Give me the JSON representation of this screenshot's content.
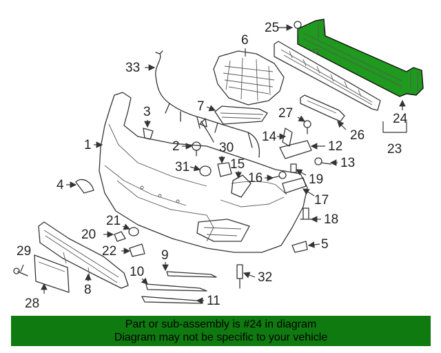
{
  "highlight_color": "#1f9a1f",
  "banner": {
    "background": "#0f7a0f",
    "line1": "Part or sub-assembly is #24 in diagram",
    "line2": "Diagram may not be specific to your vehicle"
  },
  "callouts": [
    "1",
    "2",
    "3",
    "4",
    "5",
    "6",
    "7",
    "8",
    "9",
    "10",
    "11",
    "12",
    "13",
    "14",
    "15",
    "16",
    "17",
    "18",
    "19",
    "20",
    "21",
    "22",
    "23",
    "24",
    "25",
    "26",
    "27",
    "28",
    "29",
    "30",
    "31",
    "32",
    "33"
  ],
  "highlighted_part": "24"
}
